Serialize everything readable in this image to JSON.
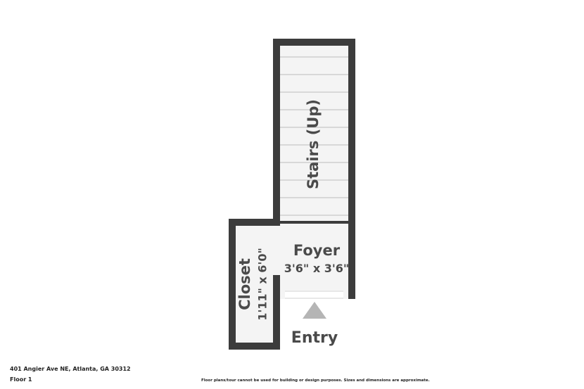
{
  "rooms": {
    "stairs": {
      "label": "Stairs (Up)"
    },
    "foyer": {
      "label": "Foyer",
      "dimensions": "3'6\" x 3'6\""
    },
    "closet": {
      "label": "Closet",
      "dimensions": "1'11\" x 6'0\""
    }
  },
  "entry": {
    "label": "Entry"
  },
  "footer": {
    "address": "401 Angier Ave NE, Atlanta, GA 30312",
    "floor": "Floor 1",
    "disclaimer": "Floor plans/tour cannot be used for building or design purposes. Sizes and dimensions are approximate."
  },
  "colors": {
    "wall": "#3c3c3c",
    "floor": "#f4f4f4",
    "stair_line": "#bdbdbd",
    "entry_arrow": "#b5b5b5",
    "label": "#4a4a4a"
  }
}
